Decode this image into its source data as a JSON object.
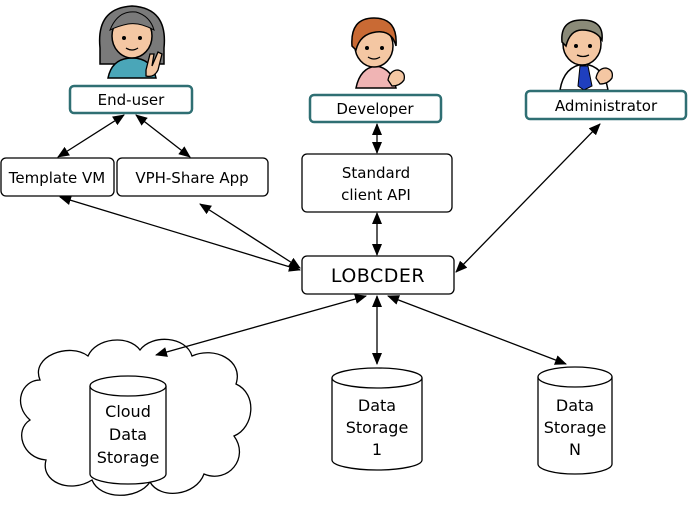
{
  "colors": {
    "role_border": "#2f6f73",
    "box_border": "#000000",
    "background": "#ffffff"
  },
  "actors": {
    "end_user": {
      "label": "End-user",
      "avatar": "woman-avatar-icon"
    },
    "developer": {
      "label": "Developer",
      "avatar": "woman-avatar-icon"
    },
    "administrator": {
      "label": "Administrator",
      "avatar": "man-avatar-icon"
    }
  },
  "components": {
    "template_vm": "Template VM",
    "vph_share_app": "VPH-Share App",
    "standard_api_line1": "Standard",
    "standard_api_line2": "client API",
    "lobcder": "LOBCDER"
  },
  "storage": {
    "cloud_line1": "Cloud",
    "cloud_line2": "Data",
    "cloud_line3": "Storage",
    "ds1_line1": "Data",
    "ds1_line2": "Storage",
    "ds1_line3": "1",
    "dsn_line1": "Data",
    "dsn_line2": "Storage",
    "dsn_line3": "N"
  }
}
